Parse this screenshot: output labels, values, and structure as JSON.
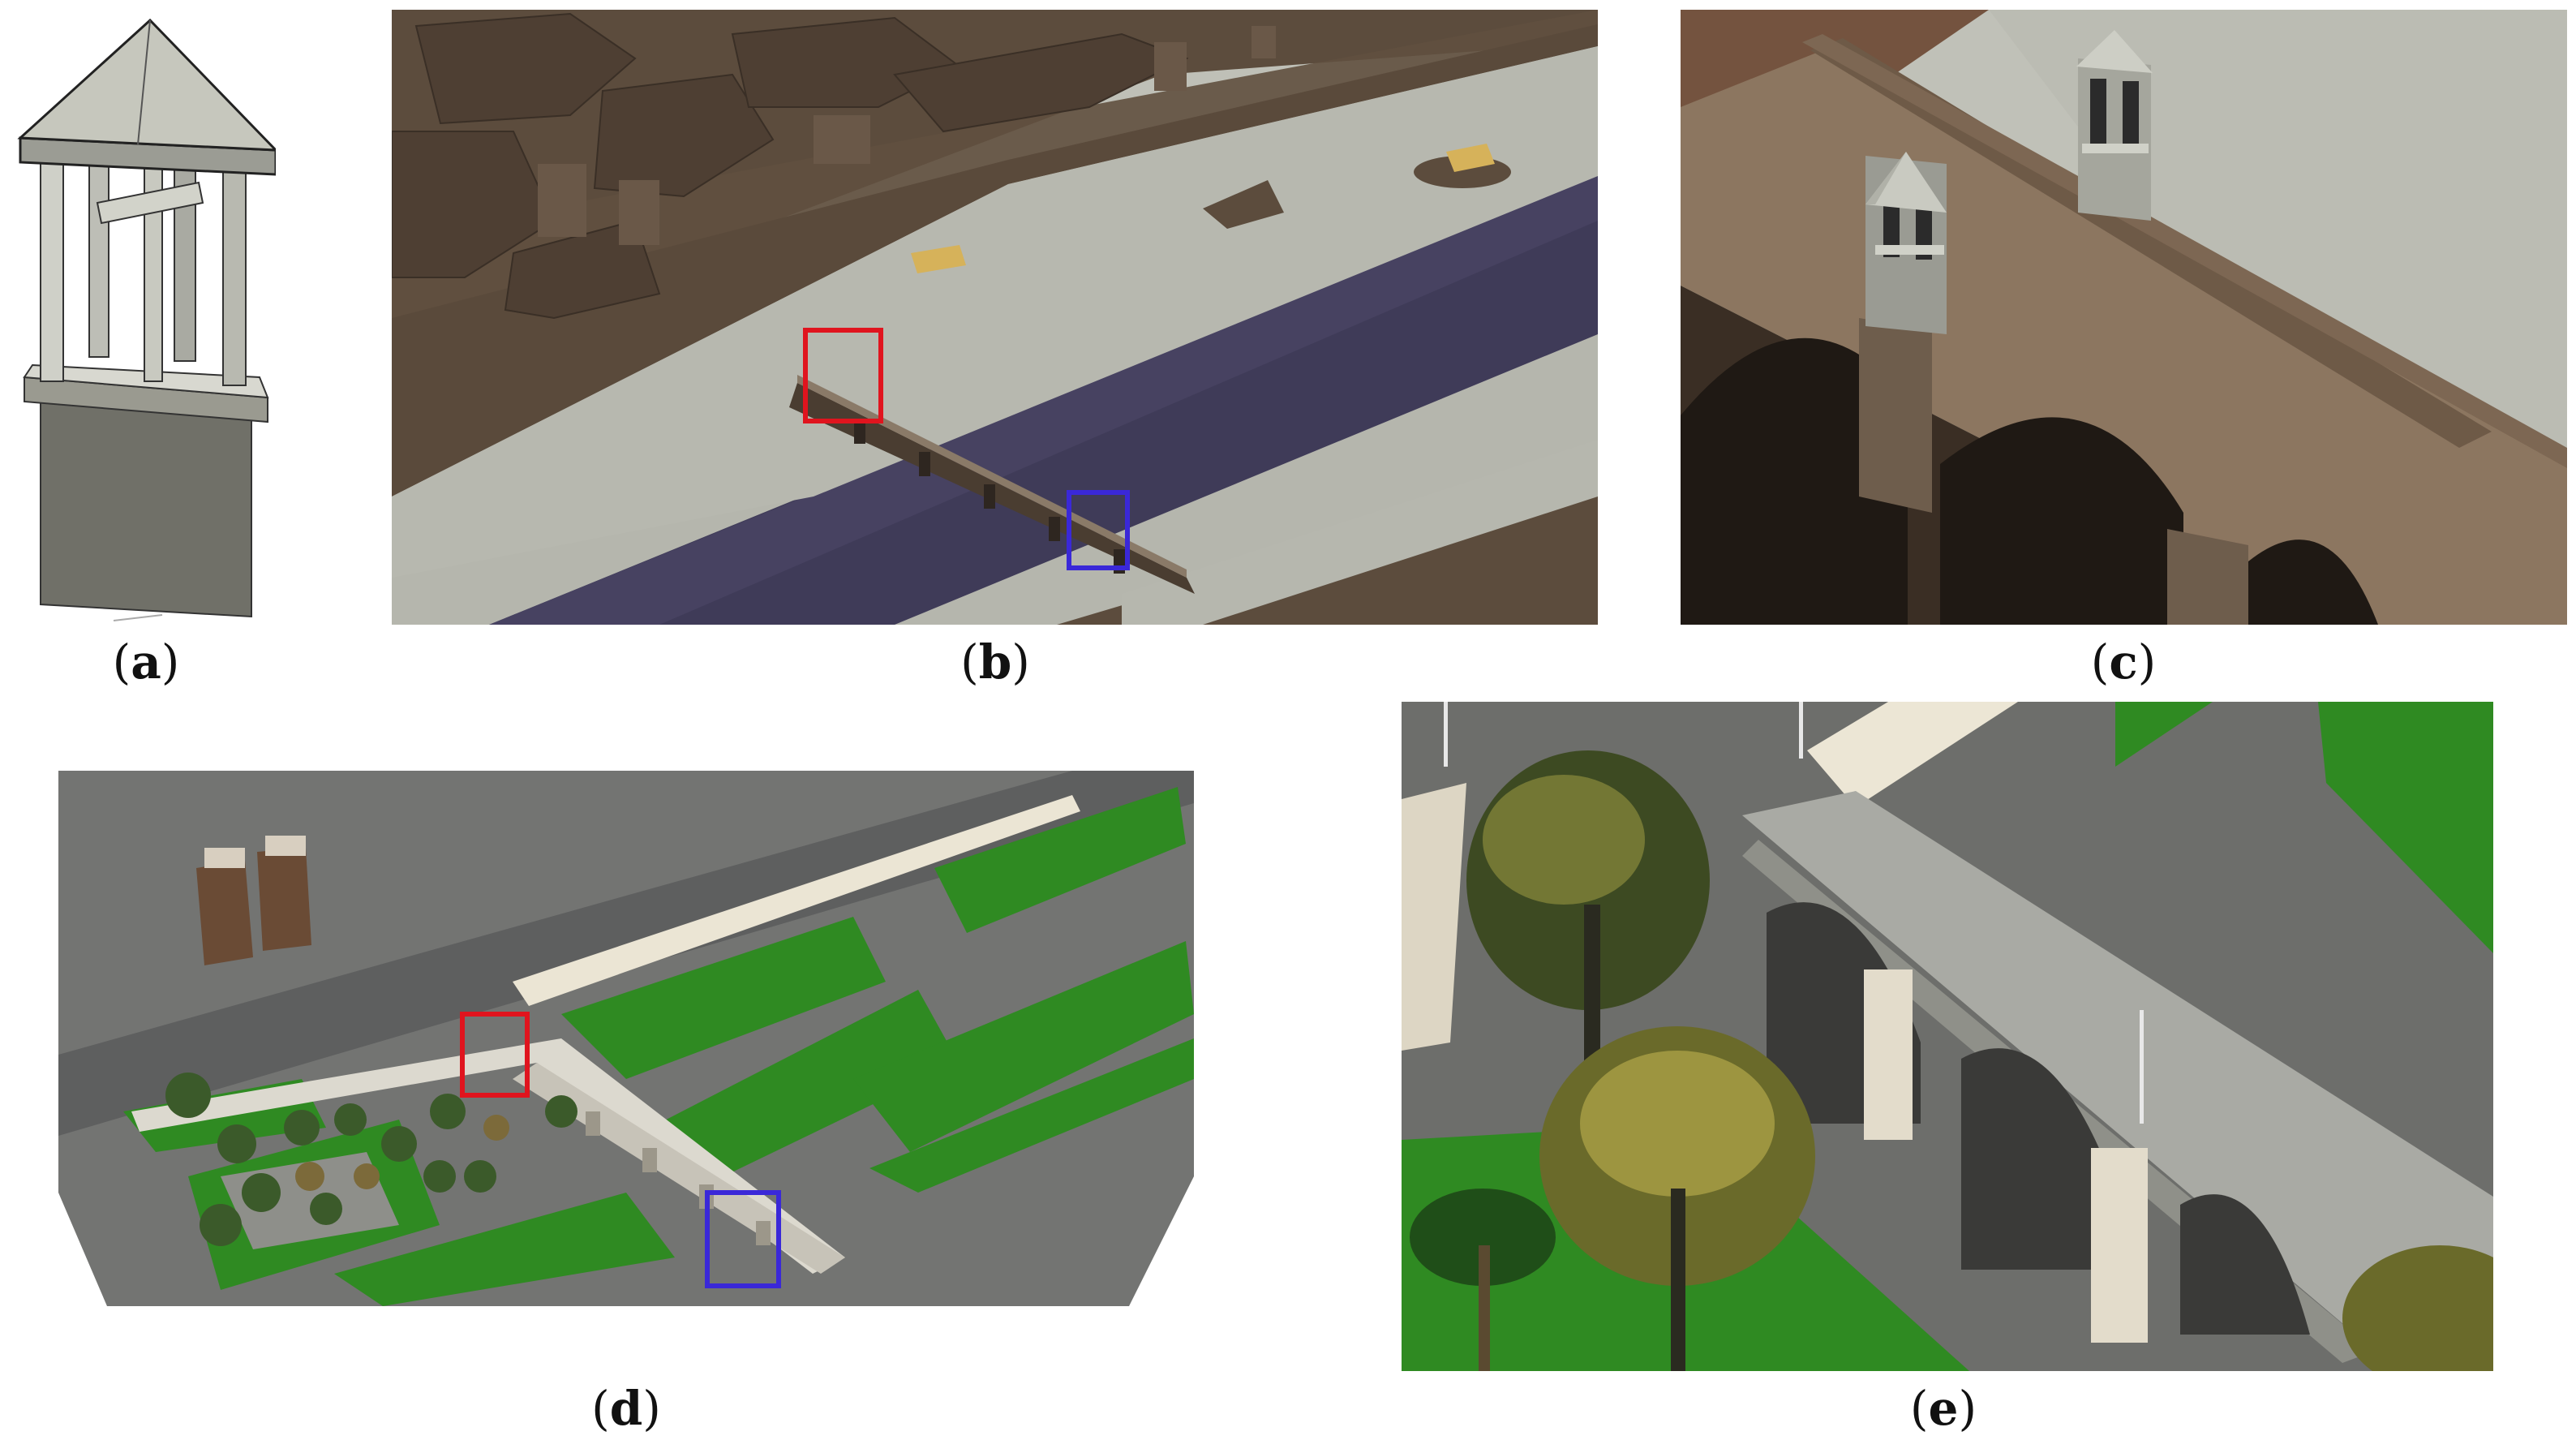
{
  "figure": {
    "panels": [
      {
        "id": "a",
        "caption_open": "(",
        "caption_letter": "a",
        "caption_close": ")"
      },
      {
        "id": "b",
        "caption_open": "(",
        "caption_letter": "b",
        "caption_close": ")"
      },
      {
        "id": "c",
        "caption_open": "(",
        "caption_letter": "c",
        "caption_close": ")"
      },
      {
        "id": "d",
        "caption_open": "(",
        "caption_letter": "d",
        "caption_close": ")"
      },
      {
        "id": "e",
        "caption_open": "(",
        "caption_letter": "e",
        "caption_close": ")"
      }
    ],
    "highlight_colors": {
      "red": "#e0141e",
      "blue": "#3a28d8"
    },
    "palette": {
      "roof": "#c6c7bd",
      "ground_brown": "#5e4e3f",
      "ground_grey": "#b8b9b0",
      "river": "#3e3a56",
      "grass": "#2f8a22",
      "asphalt": "#6f706e",
      "stone_light": "#e8e2d2"
    }
  }
}
